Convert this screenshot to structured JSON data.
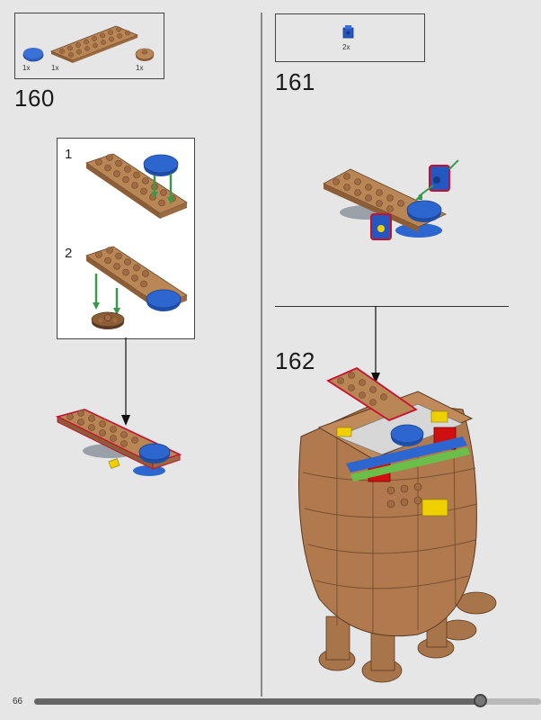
{
  "page": {
    "number": "66",
    "progress_fraction": 0.88
  },
  "steps": [
    {
      "id": "160",
      "label": "160",
      "parts": [
        {
          "name": "round-tile-blue",
          "qty": "1x",
          "color": "#2b5fc4"
        },
        {
          "name": "plate-2x8-brown",
          "qty": "1x",
          "color": "#b07a4e"
        },
        {
          "name": "round-plate-brown",
          "qty": "1x",
          "color": "#a9774c"
        }
      ],
      "substeps": [
        {
          "label": "1"
        },
        {
          "label": "2"
        }
      ]
    },
    {
      "id": "161",
      "label": "161",
      "parts": [
        {
          "name": "bracket-block-blue",
          "qty": "2x",
          "color": "#2457c0"
        }
      ]
    },
    {
      "id": "162",
      "label": "162",
      "parts": []
    }
  ],
  "colors": {
    "brick_brown": "#b07a4e",
    "brick_blue": "#2b5fc4",
    "highlight_red": "#c8102e",
    "arrow_green": "#3a9a4a",
    "lego_yellow": "#f0d000",
    "lego_red": "#d01010"
  }
}
